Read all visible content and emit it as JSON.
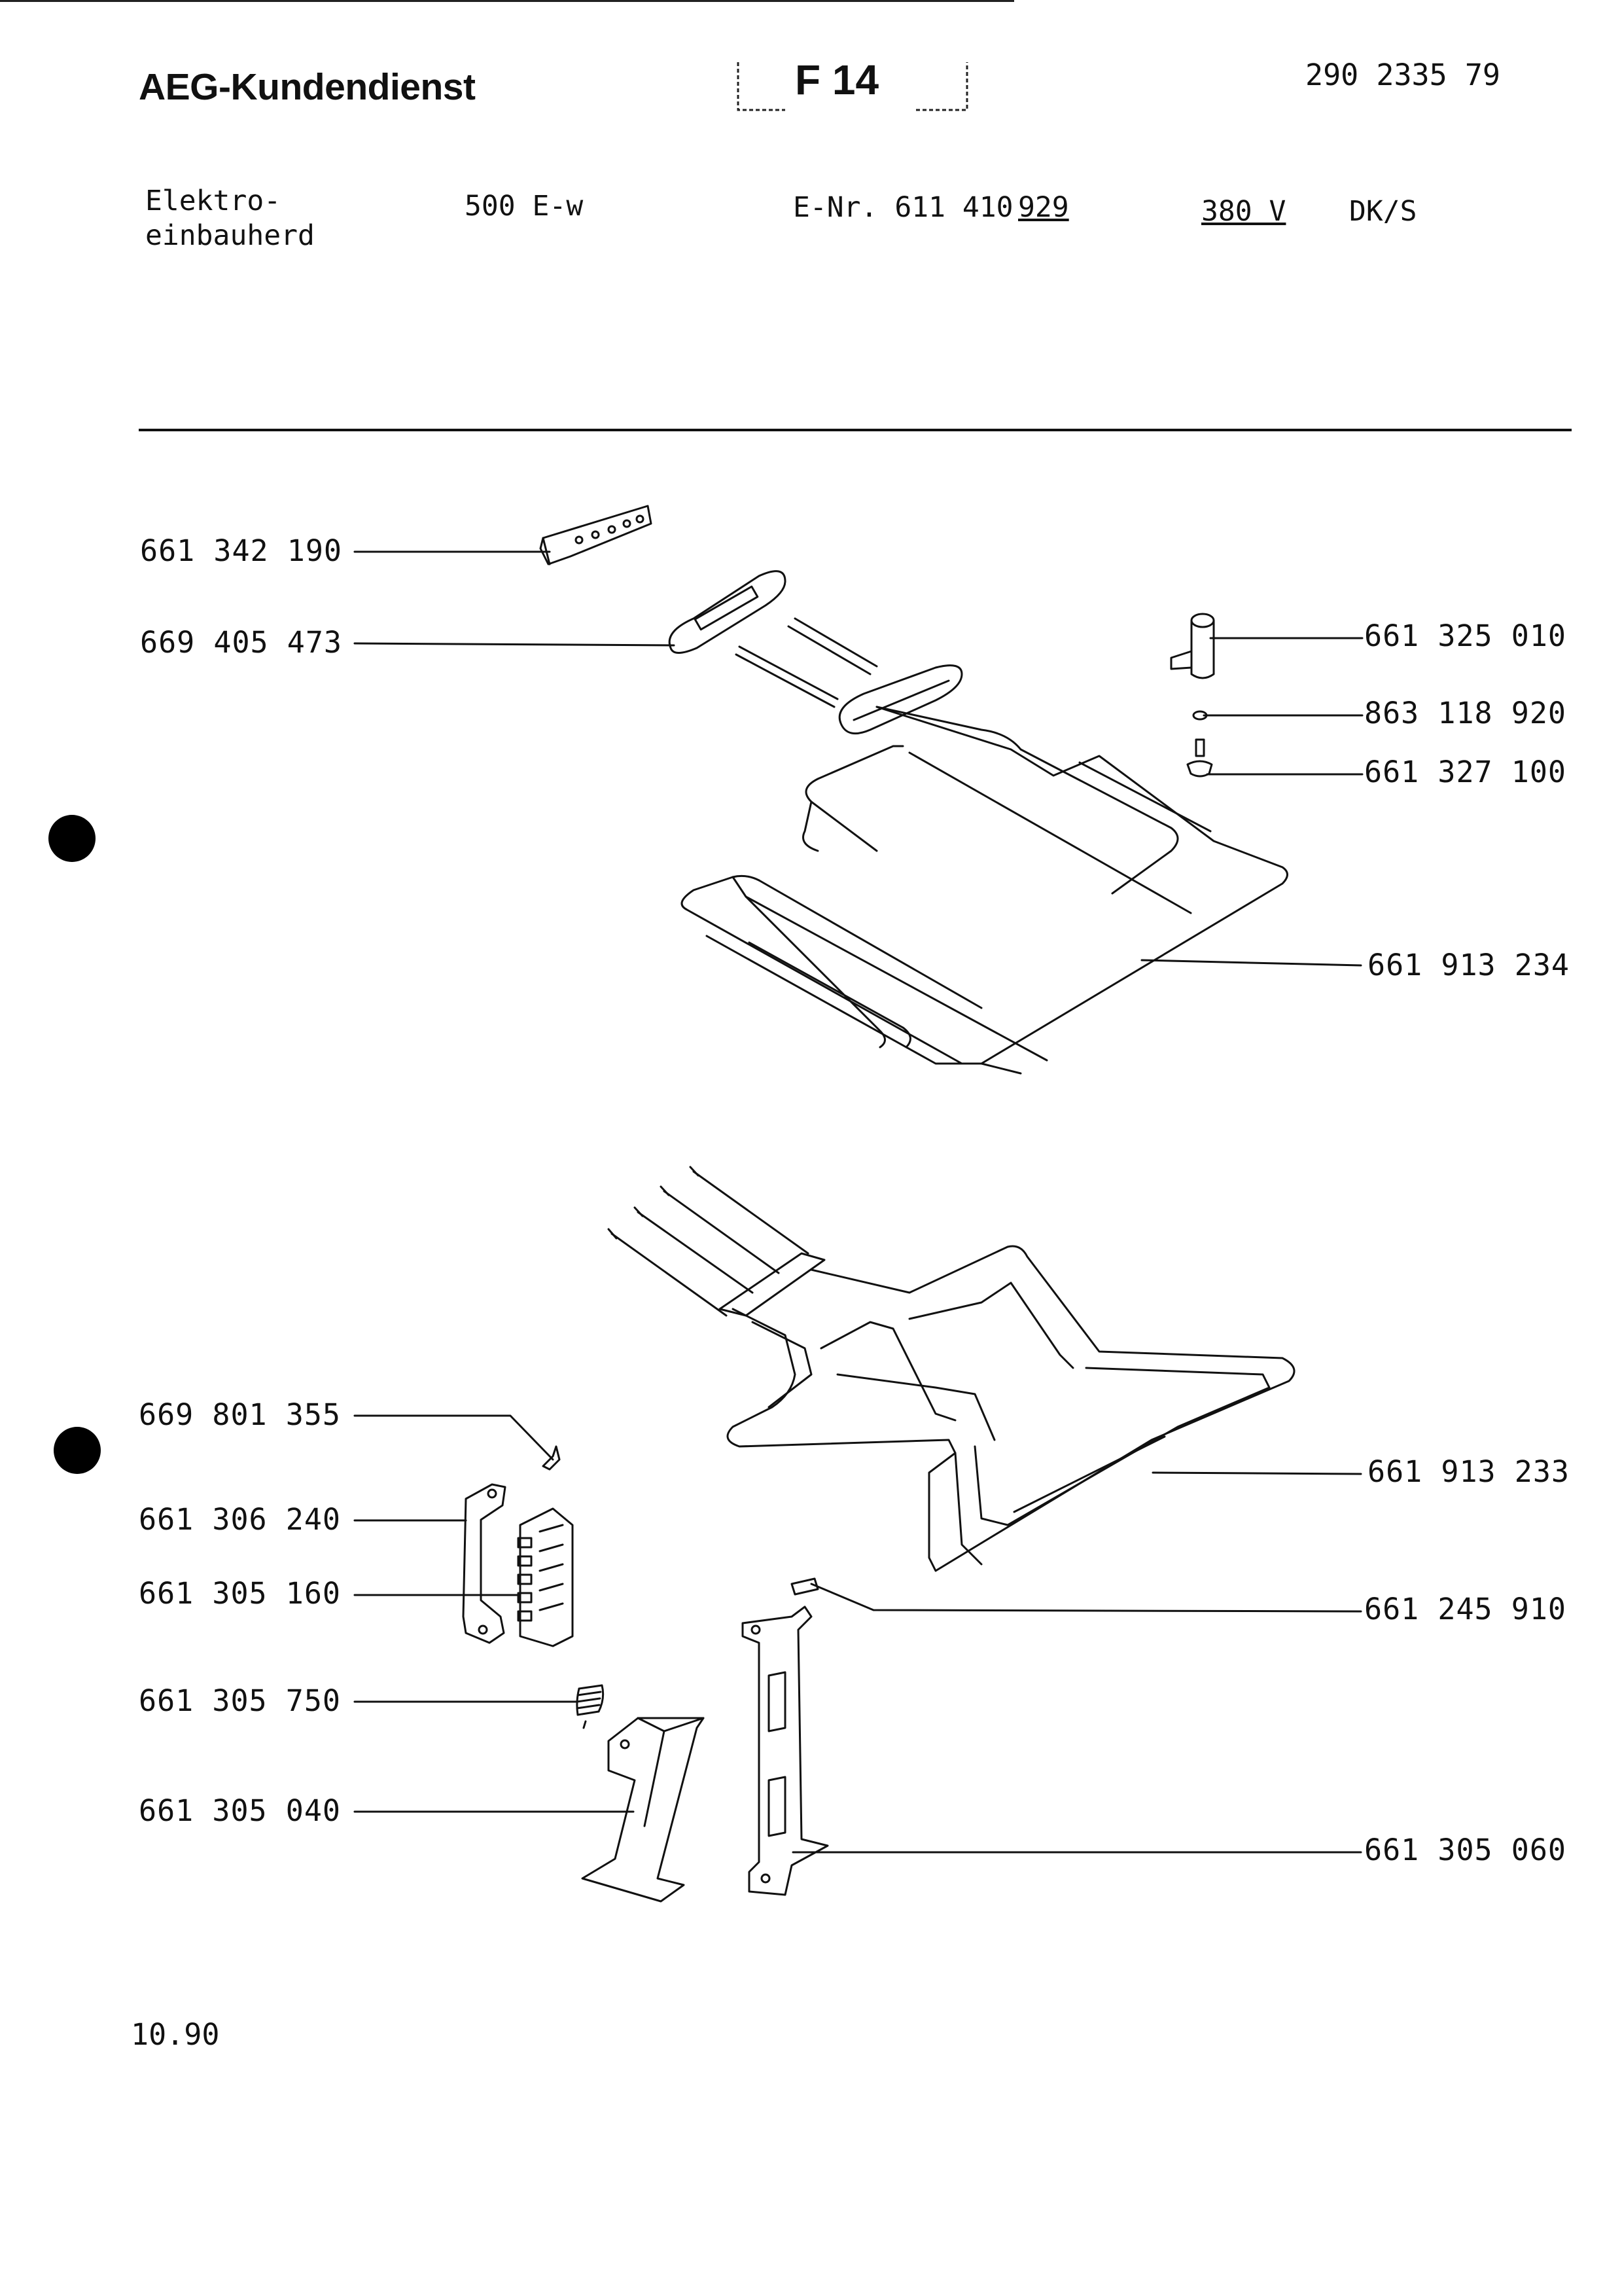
{
  "header": {
    "brand": "AEG-Kundendienst",
    "section_code": "F 14",
    "document_number": "290 2335 79"
  },
  "product": {
    "type_line1": "Elektro-",
    "type_line2": "einbauherd",
    "model": "500 E-w",
    "enr_label": "E-Nr. 611 410",
    "enr_suffix": "929",
    "voltage": "380 V",
    "variant": "DK/S"
  },
  "parts": [
    {
      "number": "661 342 190"
    },
    {
      "number": "669 405 473"
    },
    {
      "number": "661 325 010"
    },
    {
      "number": "863 118 920"
    },
    {
      "number": "661 327 100"
    },
    {
      "number": "661 913 234"
    },
    {
      "number": "669 801 355"
    },
    {
      "number": "661 306 240"
    },
    {
      "number": "661 305 160"
    },
    {
      "number": "661 305 750"
    },
    {
      "number": "661 305 040"
    },
    {
      "number": "661 913 233"
    },
    {
      "number": "661 245 910"
    },
    {
      "number": "661 305 060"
    }
  ],
  "footer": {
    "date": "10.90"
  },
  "colors": {
    "ink": "#111111",
    "paper": "#ffffff"
  }
}
